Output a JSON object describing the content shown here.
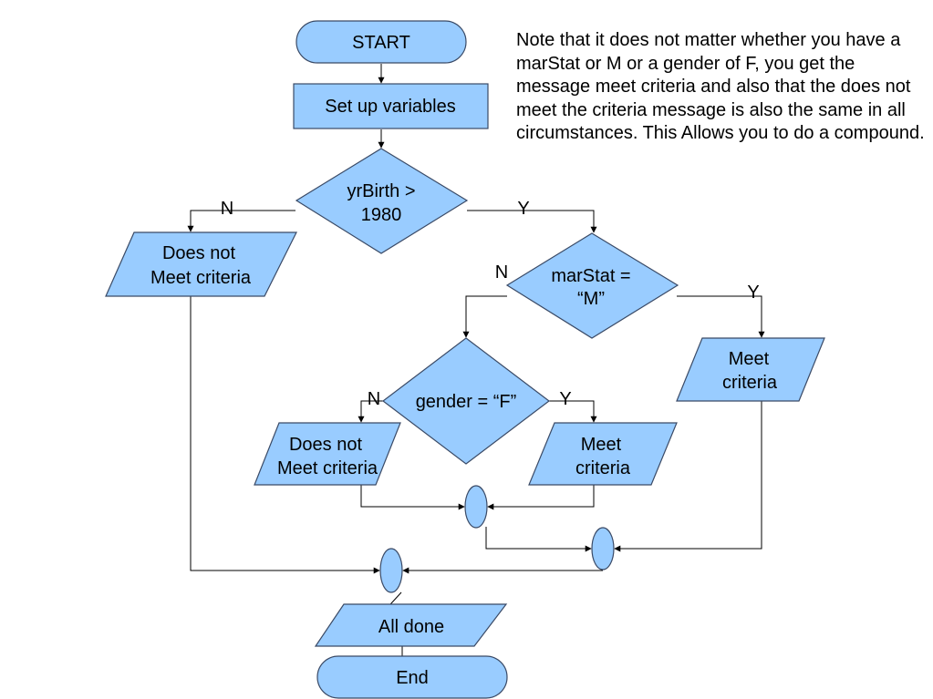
{
  "note": "Note that it does not matter whether you have a marStat or M or a gender of F, you get the message meet criteria and also that the does not meet the criteria message is also the same in all circumstances. This Allows you to do a compound.",
  "nodes": {
    "start": "START",
    "setup": "Set up variables",
    "decision1": [
      "yrBirth >",
      "1980"
    ],
    "not_meet_1": [
      "Does not",
      "Meet criteria"
    ],
    "decision2": [
      "marStat =",
      "“M”"
    ],
    "meet_1": [
      "Meet",
      "criteria"
    ],
    "decision3": "gender = “F”",
    "not_meet_2": [
      "Does not",
      "Meet criteria"
    ],
    "meet_2": [
      "Meet",
      "criteria"
    ],
    "all_done": "All done",
    "end": "End"
  },
  "branch_labels": {
    "d1_no": "N",
    "d1_yes": "Y",
    "d2_no": "N",
    "d2_yes": "Y",
    "d3_no": "N",
    "d3_yes": "Y"
  },
  "colors": {
    "shape_fill": "#99ccff",
    "shape_stroke": "#3a4a66",
    "connector": "#000000"
  }
}
